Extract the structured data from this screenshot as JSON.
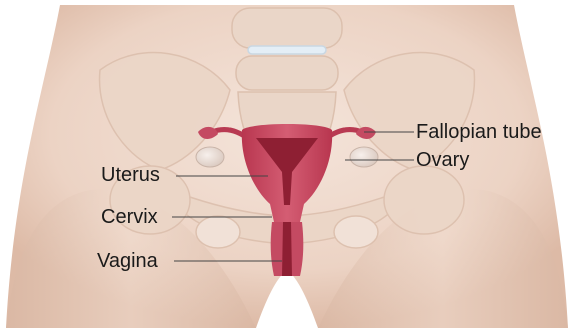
{
  "labels": {
    "fallopian_tube": "Fallopian tube",
    "ovary": "Ovary",
    "uterus": "Uterus",
    "cervix": "Cervix",
    "vagina": "Vagina"
  },
  "colors": {
    "background": "#ffffff",
    "skin_light": "#f3e6dd",
    "skin": "#ebd2c2",
    "skin_shadow": "#d9b8a5",
    "bone": "#ead7c8",
    "uterus_outer": "#c2405a",
    "uterus_inner": "#8c1d31",
    "ovary": "#eadfd8",
    "leader_line": "#444444"
  }
}
